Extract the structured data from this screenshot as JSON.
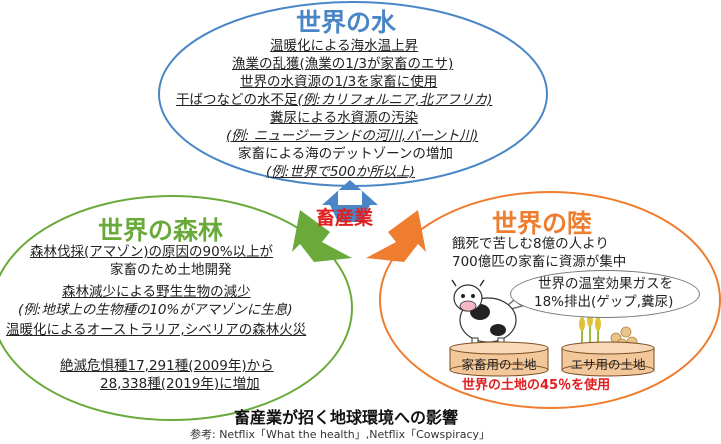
{
  "water": {
    "title": "世界の水",
    "lines": [
      "温暖化による海水温上昇",
      "漁業の乱獲(漁業の1/3が家畜のエサ)",
      "世界の水資源の1/3を家畜に使用",
      "干ばつなどの水不足",
      "(例:カリフォルニア,北アフリカ)",
      "糞尿による水資源の汚染",
      "(例: ニュージーランドの河川,バーント川)",
      "家畜による海のデットゾーンの増加",
      "(例:世界で500か所以上)"
    ]
  },
  "center_label": "畜産業",
  "forest": {
    "title": "世界の森林",
    "lines": [
      "森林伐採(アマゾン)の原因の90%以上が",
      "家畜のため土地開発",
      "森林減少による野生生物の減少",
      "(例:地球上の生物種の10%がアマゾンに生息)",
      "温暖化によるオーストラリア,シベリアの森林火災",
      "絶滅危惧種17,291種(2009年)から",
      "28,338種(2019年)に増加"
    ]
  },
  "land": {
    "title": "世界の陸",
    "lines": [
      "餓死で苦しむ8億の人より",
      "700億匹の家畜に資源が集中"
    ],
    "bubble_lines": [
      "世界の温室効果ガスを",
      "18%排出(ゲップ,糞尿)"
    ],
    "livestock_land": "家畜用の土地",
    "feed_land": "エサ用の土地",
    "summary": "世界の土地の45％を使用"
  },
  "caption": {
    "title": "畜産業が招く地球環境への影響",
    "reference": "参考: Netflix「What the health」,Netflix「Cowspiracy」"
  },
  "colors": {
    "water": "#4a86c6",
    "forest": "#6aaa3a",
    "land": "#ee7d2f",
    "summary_red": "#e02020"
  }
}
